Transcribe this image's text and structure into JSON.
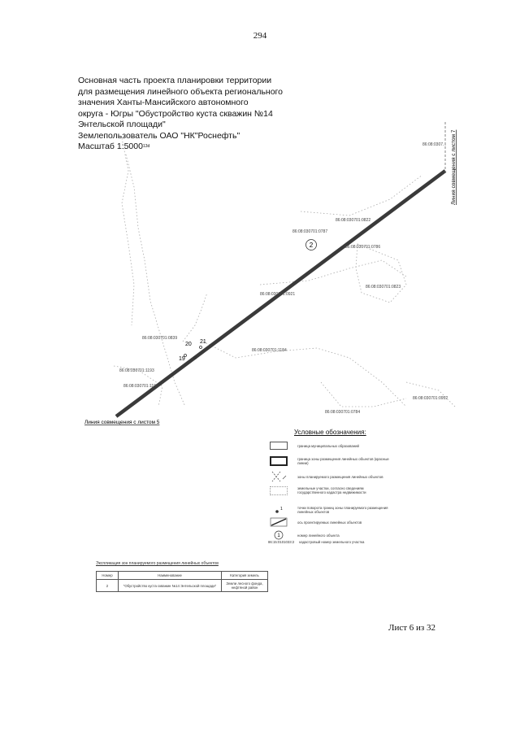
{
  "page_number": "294",
  "title_lines": [
    "Основная часть проекта планировки территории",
    "для размещения линейного объекта регионального",
    "значения Ханты-Мансийского автономного",
    "округа - Югры \"Обустройство куста скважин №14",
    "Энтельской площади\"",
    "Землепользователь ОАО \"НК\"Роснефть\""
  ],
  "scale": {
    "label": "Масштаб 1:5000",
    "sup": "13d"
  },
  "map": {
    "right_edge_label": "Линия совмещения с листом 7",
    "bottom_edge_label": "Линия совмещения с листом 5",
    "object_number": "2",
    "points": [
      "20",
      "21",
      "19"
    ],
    "cadastral_numbers": [
      "86:08:0307...",
      "86:08:030701:0822",
      "86:08:030701:0787",
      "86:08:030701:0786",
      "86:08:030701:0823",
      "86:08:030701:0921",
      "86:08:030701:0839",
      "86:08:030701:1184",
      "86:08:030701:1193",
      "86:08:030701:1106",
      "86:08:030701:0784",
      "86:08:030701:0952"
    ]
  },
  "legend": {
    "title": "Условные обозначения:",
    "items": [
      {
        "icon": "municipal-boundary-symbol",
        "text": "граница муниципальных образований"
      },
      {
        "icon": "zone-boundary-symbol",
        "text": "граница зоны размещения линейных объектов (красные линии)"
      },
      {
        "icon": "cross-symbol",
        "text": "зоны планируемого размещения линейных объектов"
      },
      {
        "icon": "dotted-parcel-symbol",
        "text": "земельные участки, согласно сведениям государственного кадастра недвижимости"
      },
      {
        "icon": "turning-point-symbol",
        "text": "точки поворота границ зоны планируемого размещения линейных объектов"
      },
      {
        "icon": "axis-symbol",
        "text": "ось проектируемых линейных объектов"
      },
      {
        "icon": "circled-number-symbol",
        "text": "номер линейного объекта"
      },
      {
        "icon": "cadastral-number-symbol",
        "text": "кадастровый номер земельного участка"
      }
    ],
    "turning_point_mark": "1",
    "circle_mark": "1",
    "cadastral_example": "86:15:0101033:2"
  },
  "explication": {
    "title": "Экспликация зон планируемого размещения линейных объектов",
    "headers": [
      "Номер",
      "Наименование",
      "Категория земель"
    ],
    "rows": [
      [
        "2",
        "\"Обустройство куста скважин №14 Энтельской площади\"",
        "Земли лесного фонда, нефтяной район"
      ]
    ]
  },
  "sheet_label": "Лист 6 из 32"
}
